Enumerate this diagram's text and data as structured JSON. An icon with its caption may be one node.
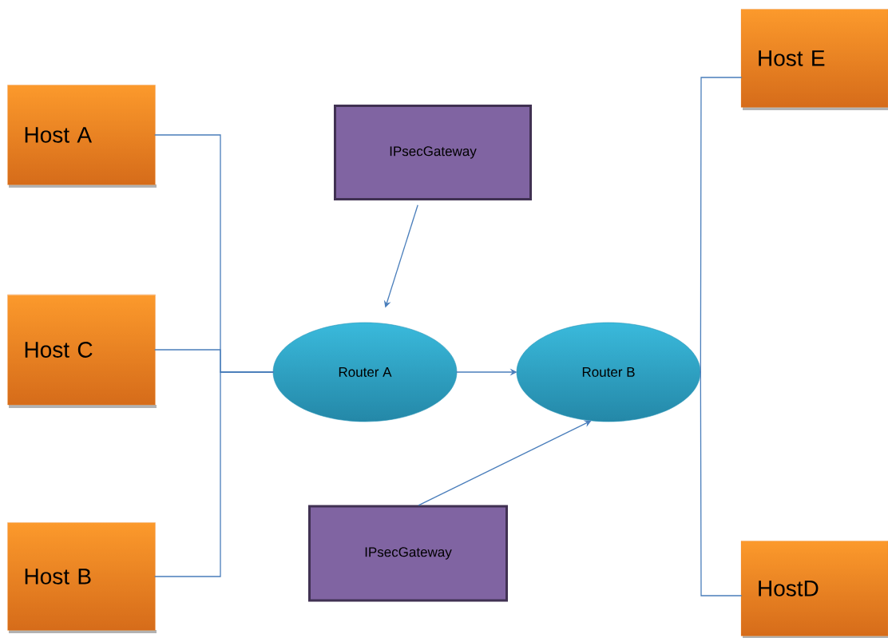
{
  "diagram": {
    "nodes": [
      {
        "text": [
          "Host A"
        ]
      },
      {
        "text": [
          "Host C"
        ]
      },
      {
        "text": [
          "Host B"
        ]
      },
      {
        "text": [
          "IPsecGateway"
        ]
      },
      {
        "text": [
          "Router A"
        ]
      },
      {
        "text": [
          "Router B"
        ]
      },
      {
        "text": [
          "IPsecGateway"
        ]
      },
      {
        "text": [
          "Host E"
        ]
      },
      {
        "text": [
          "HostD"
        ]
      }
    ],
    "edges": [
      {
        "from": 0,
        "to": 4,
        "arrow": "none"
      },
      {
        "from": 1,
        "to": 4,
        "arrow": "none"
      },
      {
        "from": 2,
        "to": 4,
        "arrow": "none"
      },
      {
        "from": 3,
        "to": 4,
        "arrow": "to"
      },
      {
        "from": 4,
        "to": 5,
        "arrow": "to"
      },
      {
        "from": 6,
        "to": 5,
        "arrow": "to"
      },
      {
        "from": 5,
        "to": 7,
        "arrow": "none"
      },
      {
        "from": 5,
        "to": 8,
        "arrow": "none"
      }
    ]
  }
}
